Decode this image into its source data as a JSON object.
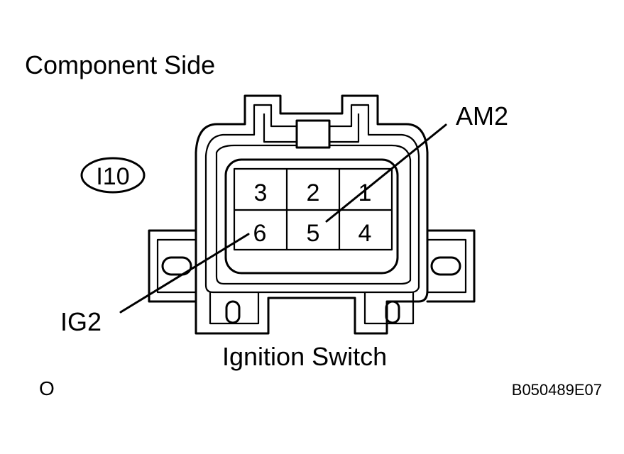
{
  "header": {
    "title": "Component Side"
  },
  "connector": {
    "code": "I10",
    "name": "Ignition Switch",
    "pins_top": [
      "3",
      "2",
      "1"
    ],
    "pins_bottom": [
      "6",
      "5",
      "4"
    ]
  },
  "callouts": {
    "am2": "AM2",
    "ig2": "IG2"
  },
  "footer": {
    "left_mark": "O",
    "figure_id": "B050489E07"
  }
}
